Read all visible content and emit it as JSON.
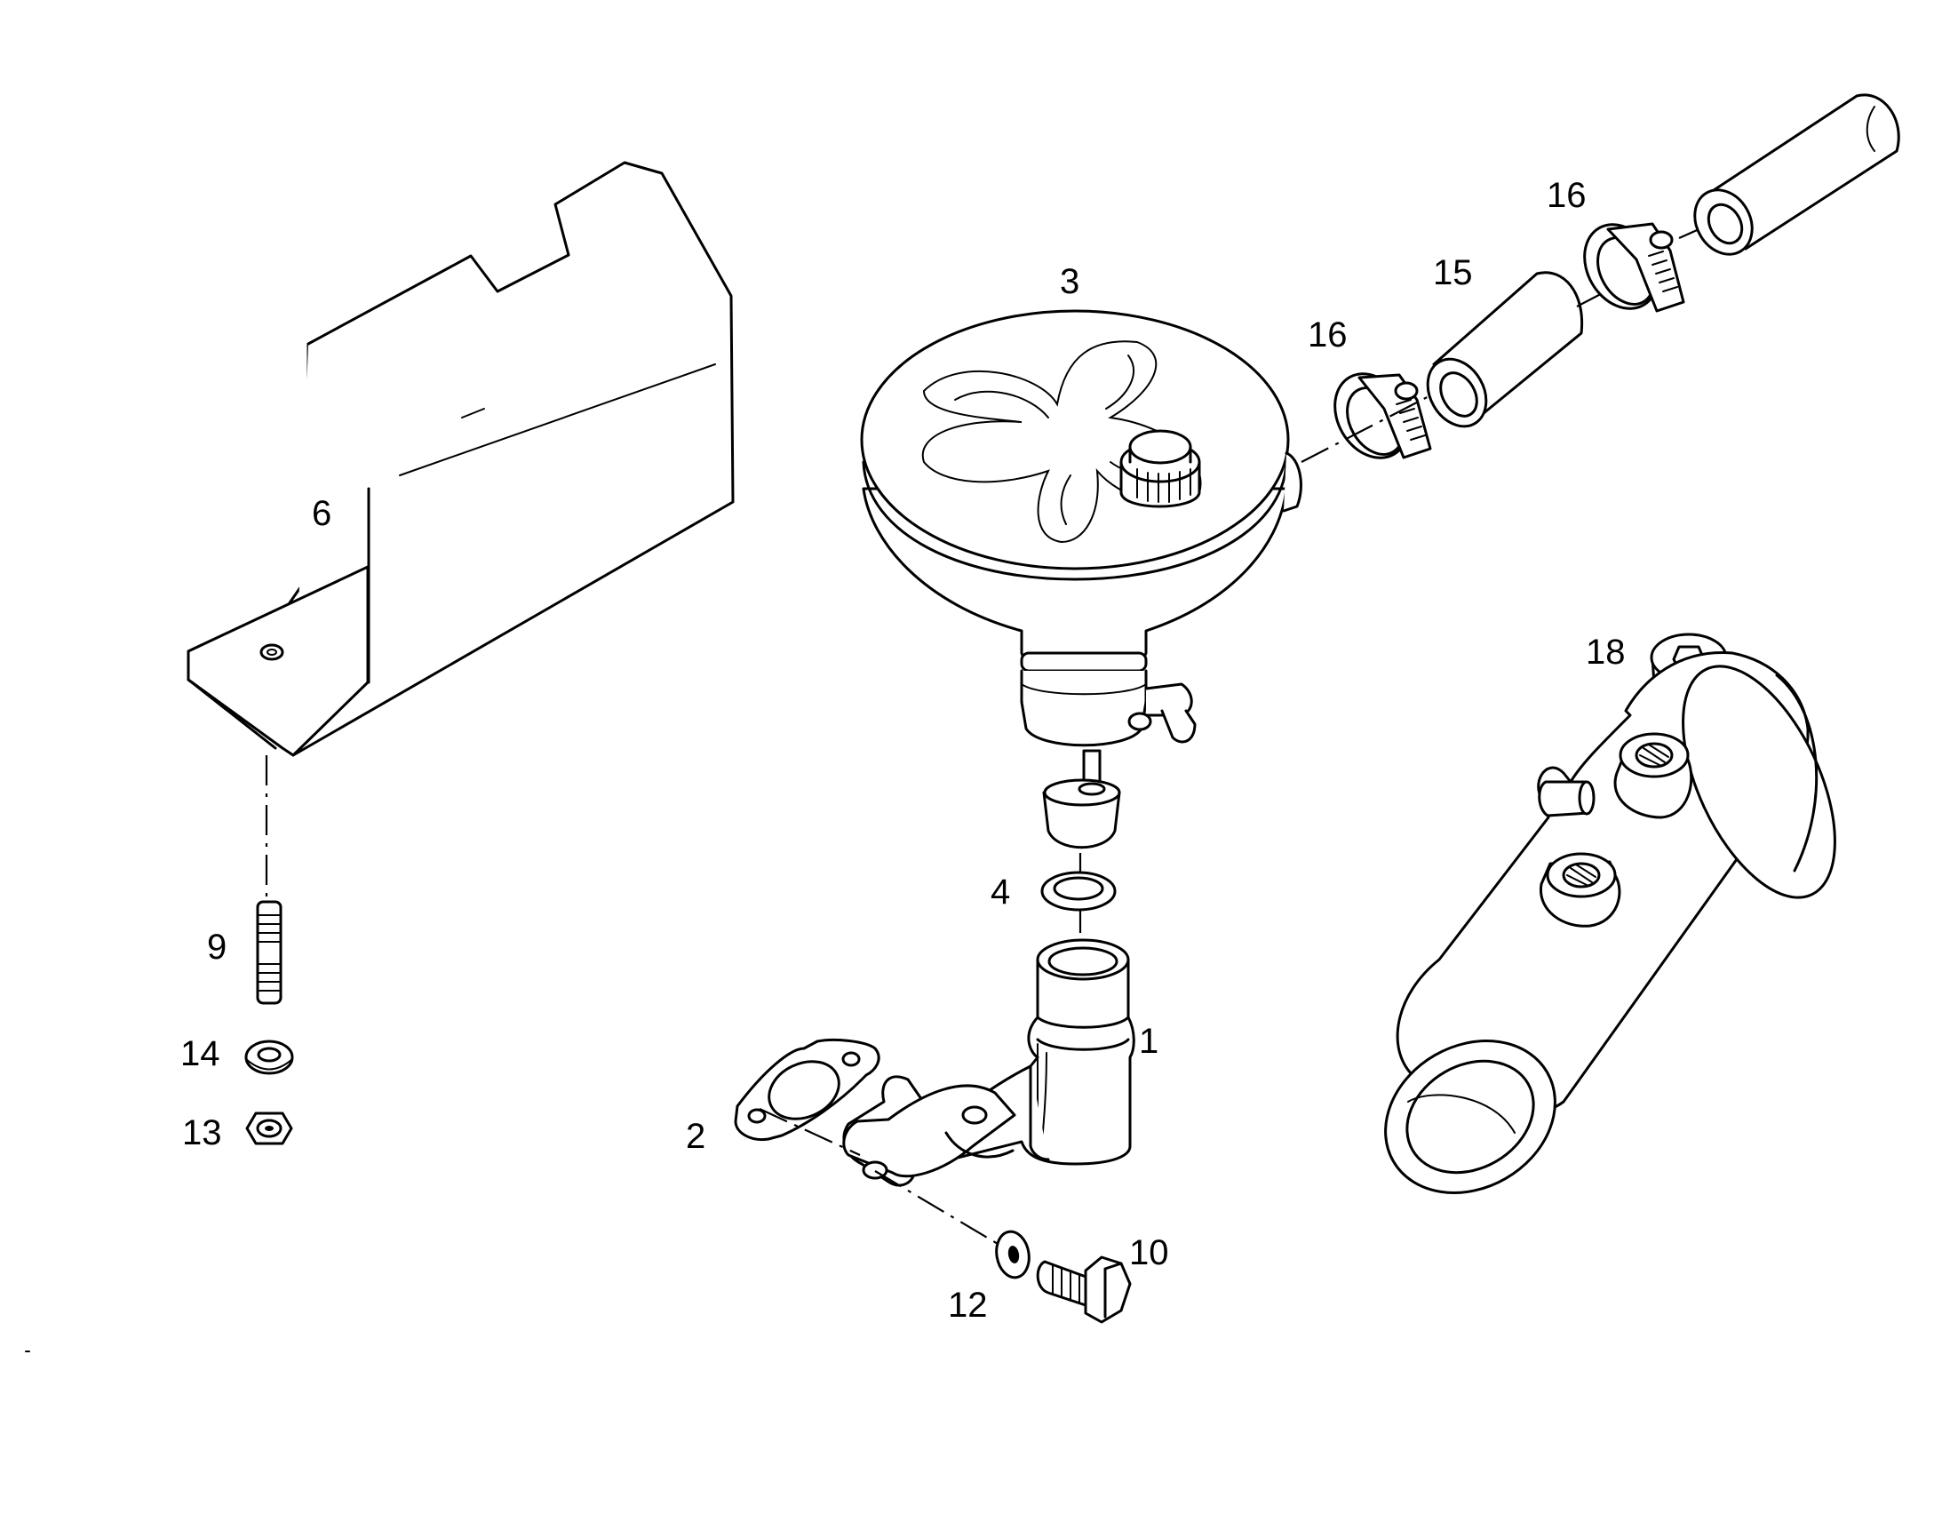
{
  "diagram": {
    "parts": [
      {
        "key": "p1",
        "label": "1"
      },
      {
        "key": "p2",
        "label": "2"
      },
      {
        "key": "p3",
        "label": "3"
      },
      {
        "key": "p4",
        "label": "4"
      },
      {
        "key": "p6",
        "label": "6"
      },
      {
        "key": "p9",
        "label": "9"
      },
      {
        "key": "p10",
        "label": "10"
      },
      {
        "key": "p12",
        "label": "12"
      },
      {
        "key": "p13",
        "label": "13"
      },
      {
        "key": "p14",
        "label": "14"
      },
      {
        "key": "p15",
        "label": "15"
      },
      {
        "key": "p16a",
        "label": "16"
      },
      {
        "key": "p16b",
        "label": "16"
      },
      {
        "key": "p18",
        "label": "18"
      }
    ]
  },
  "colors": {
    "line": "#000000",
    "background": "#ffffff"
  }
}
